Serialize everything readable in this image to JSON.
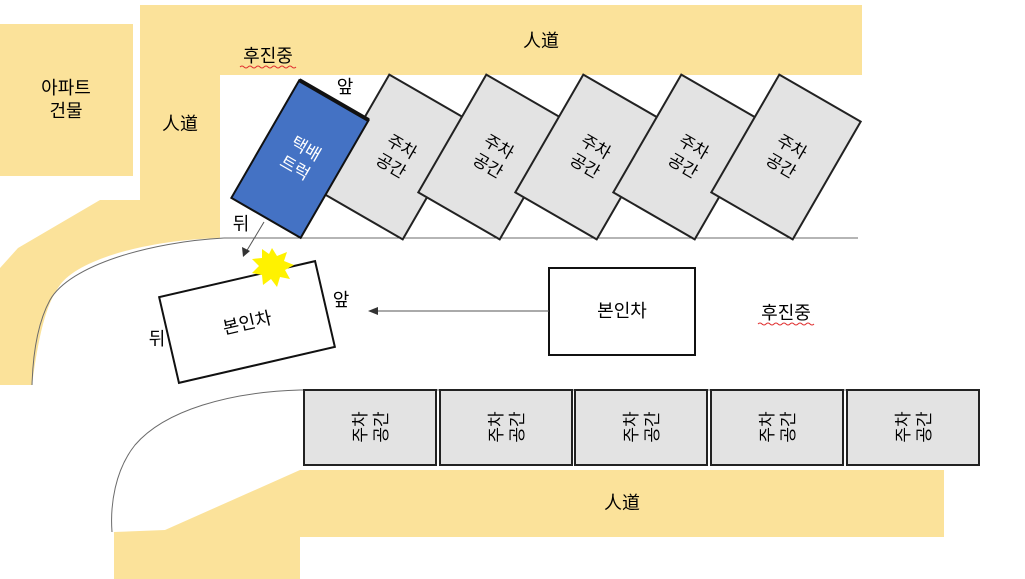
{
  "labels": {
    "sidewalk_top": "人道",
    "sidewalk_left": "人道",
    "sidewalk_bottom": "人道",
    "apartment_line1": "아파트",
    "apartment_line2": "건물",
    "reversing_top": "후진중",
    "reversing_right": "후진중",
    "truck_front": "앞",
    "truck_rear": "뒤",
    "my_car_front": "앞",
    "my_car_rear": "뒤"
  },
  "delivery_truck": {
    "line1": "택배",
    "line2": "트럭",
    "color": "#4472C4"
  },
  "my_car": {
    "label": "본인차"
  },
  "my_car_moving": {
    "label": "본인차"
  },
  "parking_top": [
    {
      "line1": "주차",
      "line2": "공간"
    },
    {
      "line1": "주차",
      "line2": "공간"
    },
    {
      "line1": "주차",
      "line2": "공간"
    },
    {
      "line1": "주차",
      "line2": "공간"
    },
    {
      "line1": "주차",
      "line2": "공간"
    }
  ],
  "parking_bottom": [
    {
      "line1": "주차",
      "line2": "공간"
    },
    {
      "line1": "주차",
      "line2": "공간"
    },
    {
      "line1": "주차",
      "line2": "공간"
    },
    {
      "line1": "주차",
      "line2": "공간"
    },
    {
      "line1": "주차",
      "line2": "공간"
    }
  ],
  "colors": {
    "sidewalk": "#FBE29A",
    "parking_fill": "#E3E3E3",
    "collision": "#FFF200"
  }
}
